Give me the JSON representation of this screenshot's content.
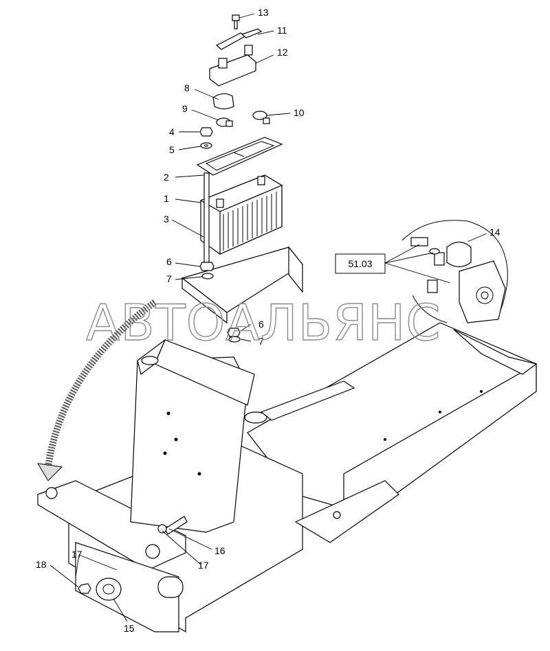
{
  "watermark": "АВТОАЛЬЯНС",
  "reference": "51.03",
  "callouts": [
    "13",
    "11",
    "12",
    "8",
    "9",
    "10",
    "4",
    "5",
    "2",
    "1",
    "3",
    "6",
    "7",
    "6",
    "7",
    "14",
    "16",
    "17",
    "17",
    "18",
    "15"
  ]
}
